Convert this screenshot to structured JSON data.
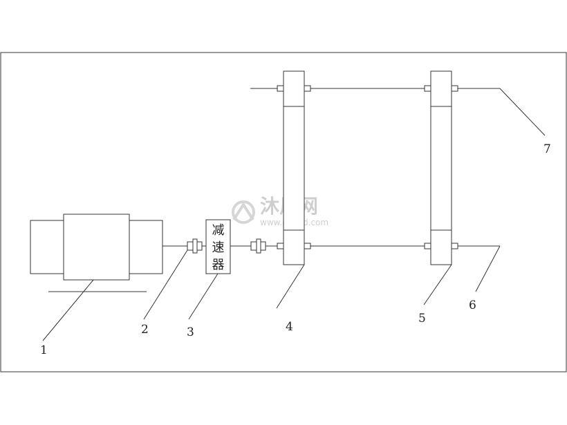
{
  "reducer": {
    "chars": [
      "减",
      "速",
      "器"
    ]
  },
  "labels": {
    "motor": "1",
    "coupling": "2",
    "reducer": "3",
    "left_frame": "4",
    "right_frame": "5",
    "lower_shaft": "6",
    "upper_shaft": "7"
  },
  "watermark": {
    "name": "沐风网",
    "url": "www.mfcad.com"
  }
}
